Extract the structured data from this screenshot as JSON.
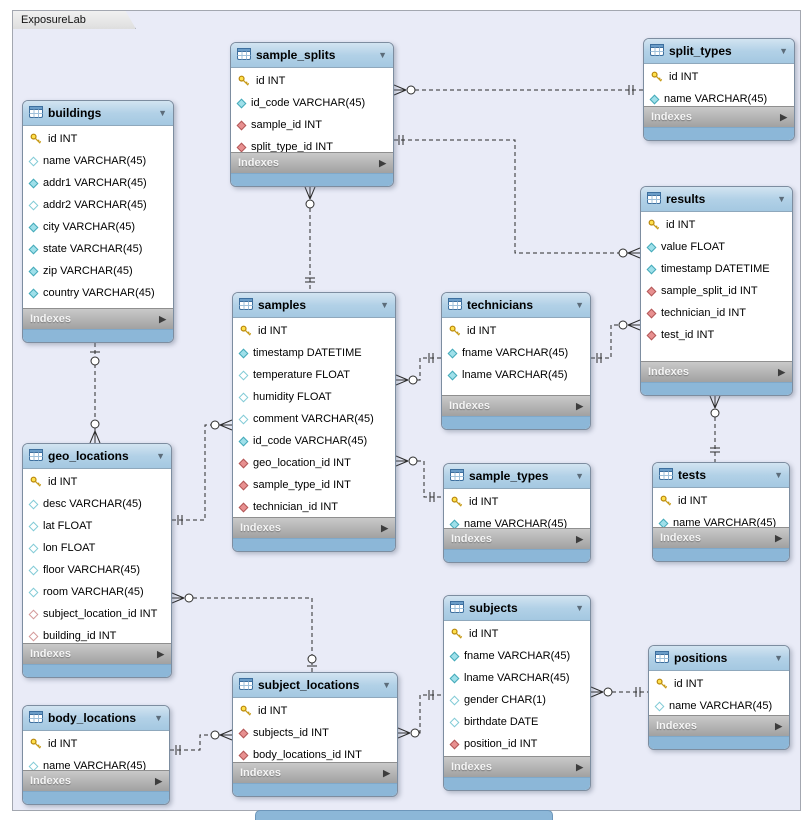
{
  "title_tab": "ExposureLab",
  "footer_label": "Indexes",
  "icons": {
    "collapse": "▼",
    "expand": "▶"
  },
  "colors": {
    "canvas": "#e9ebf7",
    "header_blue": "#b2d1e7",
    "footer_blue": "#8cb7d8",
    "indexes_gray": "#b5b5b5",
    "key_yellow": "#ffe14d",
    "attribute_cyan": "#9fe0ea",
    "foreign_key_red": "#e89090"
  },
  "tables": [
    {
      "name": "buildings",
      "columns": [
        {
          "icon": "key",
          "text": "id INT"
        },
        {
          "icon": "diamond",
          "text": "name VARCHAR(45)"
        },
        {
          "icon": "diamond-filled",
          "text": "addr1 VARCHAR(45)"
        },
        {
          "icon": "diamond",
          "text": "addr2 VARCHAR(45)"
        },
        {
          "icon": "diamond-filled",
          "text": "city VARCHAR(45)"
        },
        {
          "icon": "diamond-filled",
          "text": "state VARCHAR(45)"
        },
        {
          "icon": "diamond-filled",
          "text": "zip VARCHAR(45)"
        },
        {
          "icon": "diamond-filled",
          "text": "country VARCHAR(45)"
        }
      ]
    },
    {
      "name": "sample_splits",
      "columns": [
        {
          "icon": "key",
          "text": "id INT"
        },
        {
          "icon": "diamond-filled",
          "text": "id_code VARCHAR(45)"
        },
        {
          "icon": "fk-filled",
          "text": "sample_id INT"
        },
        {
          "icon": "fk-filled",
          "text": "split_type_id INT"
        }
      ]
    },
    {
      "name": "split_types",
      "columns": [
        {
          "icon": "key",
          "text": "id INT"
        },
        {
          "icon": "diamond-filled",
          "text": "name VARCHAR(45)"
        }
      ]
    },
    {
      "name": "results",
      "columns": [
        {
          "icon": "key",
          "text": "id INT"
        },
        {
          "icon": "diamond-filled",
          "text": "value FLOAT"
        },
        {
          "icon": "diamond-filled",
          "text": "timestamp DATETIME"
        },
        {
          "icon": "fk-filled",
          "text": "sample_split_id INT"
        },
        {
          "icon": "fk-filled",
          "text": "technician_id INT"
        },
        {
          "icon": "fk-filled",
          "text": "test_id INT"
        }
      ]
    },
    {
      "name": "samples",
      "columns": [
        {
          "icon": "key",
          "text": "id INT"
        },
        {
          "icon": "diamond-filled",
          "text": "timestamp DATETIME"
        },
        {
          "icon": "diamond",
          "text": "temperature FLOAT"
        },
        {
          "icon": "diamond",
          "text": "humidity FLOAT"
        },
        {
          "icon": "diamond",
          "text": "comment VARCHAR(45)"
        },
        {
          "icon": "diamond-filled",
          "text": "id_code VARCHAR(45)"
        },
        {
          "icon": "fk-filled",
          "text": "geo_location_id INT"
        },
        {
          "icon": "fk-filled",
          "text": "sample_type_id INT"
        },
        {
          "icon": "fk-filled",
          "text": "technician_id INT"
        }
      ]
    },
    {
      "name": "technicians",
      "columns": [
        {
          "icon": "key",
          "text": "id INT"
        },
        {
          "icon": "diamond-filled",
          "text": "fname VARCHAR(45)"
        },
        {
          "icon": "diamond-filled",
          "text": "lname VARCHAR(45)"
        }
      ]
    },
    {
      "name": "geo_locations",
      "columns": [
        {
          "icon": "key",
          "text": "id INT"
        },
        {
          "icon": "diamond",
          "text": "desc VARCHAR(45)"
        },
        {
          "icon": "diamond",
          "text": "lat FLOAT"
        },
        {
          "icon": "diamond",
          "text": "lon FLOAT"
        },
        {
          "icon": "diamond",
          "text": "floor VARCHAR(45)"
        },
        {
          "icon": "diamond",
          "text": "room VARCHAR(45)"
        },
        {
          "icon": "fk",
          "text": "subject_location_id INT"
        },
        {
          "icon": "fk",
          "text": "building_id INT"
        }
      ]
    },
    {
      "name": "sample_types",
      "columns": [
        {
          "icon": "key",
          "text": "id INT"
        },
        {
          "icon": "diamond-filled",
          "text": "name VARCHAR(45)"
        }
      ]
    },
    {
      "name": "tests",
      "columns": [
        {
          "icon": "key",
          "text": "id INT"
        },
        {
          "icon": "diamond-filled",
          "text": "name VARCHAR(45)"
        }
      ]
    },
    {
      "name": "subjects",
      "columns": [
        {
          "icon": "key",
          "text": "id INT"
        },
        {
          "icon": "diamond-filled",
          "text": "fname VARCHAR(45)"
        },
        {
          "icon": "diamond-filled",
          "text": "lname VARCHAR(45)"
        },
        {
          "icon": "diamond",
          "text": "gender CHAR(1)"
        },
        {
          "icon": "diamond",
          "text": "birthdate DATE"
        },
        {
          "icon": "fk-filled",
          "text": "position_id INT"
        }
      ]
    },
    {
      "name": "positions",
      "columns": [
        {
          "icon": "key",
          "text": "id INT"
        },
        {
          "icon": "diamond",
          "text": "name VARCHAR(45)"
        }
      ]
    },
    {
      "name": "subject_locations",
      "columns": [
        {
          "icon": "key",
          "text": "id INT"
        },
        {
          "icon": "fk-filled",
          "text": "subjects_id INT"
        },
        {
          "icon": "fk-filled",
          "text": "body_locations_id INT"
        }
      ]
    },
    {
      "name": "body_locations",
      "columns": [
        {
          "icon": "key",
          "text": "id INT"
        },
        {
          "icon": "diamond",
          "text": "name VARCHAR(45)"
        }
      ]
    }
  ],
  "relationships": [
    {
      "from": "sample_splits",
      "to": "split_types",
      "from_card": "0..many",
      "to_card": "1"
    },
    {
      "from": "results",
      "to": "sample_splits",
      "from_card": "0..many",
      "to_card": "1"
    },
    {
      "from": "sample_splits",
      "to": "samples",
      "from_card": "0..many",
      "to_card": "1"
    },
    {
      "from": "samples",
      "to": "technicians",
      "from_card": "0..many",
      "to_card": "1"
    },
    {
      "from": "samples",
      "to": "sample_types",
      "from_card": "0..many",
      "to_card": "1"
    },
    {
      "from": "results",
      "to": "technicians",
      "from_card": "0..many",
      "to_card": "1"
    },
    {
      "from": "results",
      "to": "tests",
      "from_card": "0..many",
      "to_card": "1"
    },
    {
      "from": "geo_locations",
      "to": "buildings",
      "from_card": "0..many",
      "to_card": "0..1"
    },
    {
      "from": "samples",
      "to": "geo_locations",
      "from_card": "0..many",
      "to_card": "1"
    },
    {
      "from": "geo_locations",
      "to": "subject_locations",
      "from_card": "0..many",
      "to_card": "0..1"
    },
    {
      "from": "subject_locations",
      "to": "body_locations",
      "from_card": "0..many",
      "to_card": "1"
    },
    {
      "from": "subject_locations",
      "to": "subjects",
      "from_card": "0..many",
      "to_card": "1"
    },
    {
      "from": "subjects",
      "to": "positions",
      "from_card": "0..many",
      "to_card": "1"
    }
  ]
}
